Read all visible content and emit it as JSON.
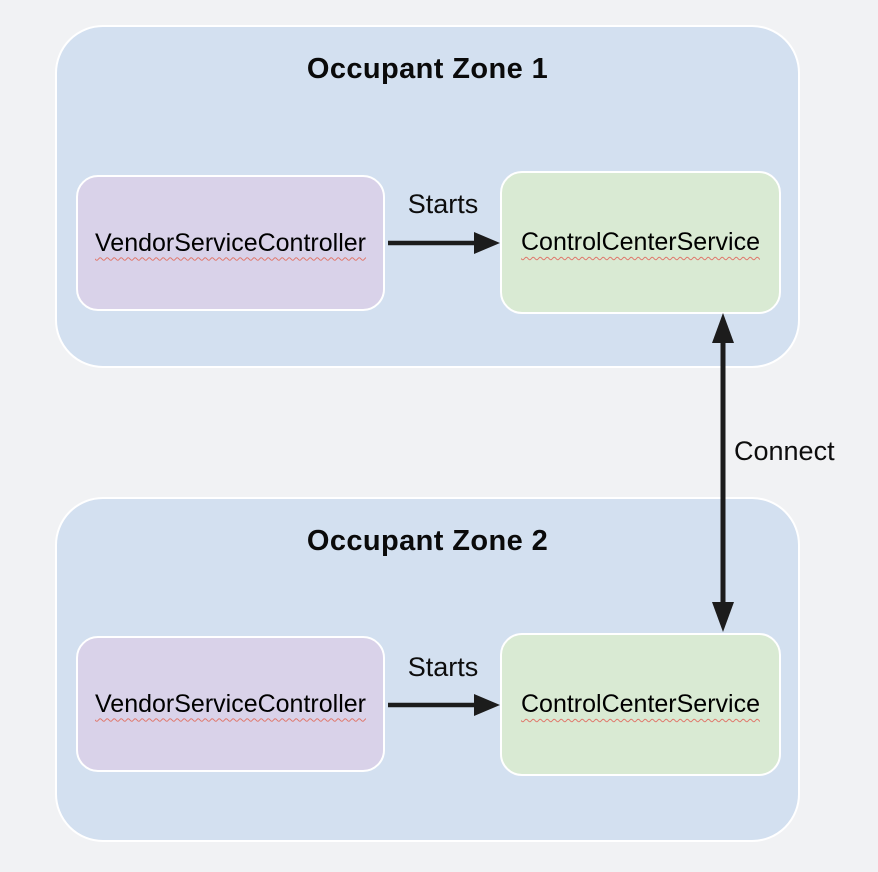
{
  "diagram": {
    "zones": [
      {
        "title": "Occupant Zone 1",
        "nodes": [
          {
            "label": "VendorServiceController"
          },
          {
            "label": "ControlCenterService"
          }
        ],
        "edge_label": "Starts"
      },
      {
        "title": "Occupant Zone 2",
        "nodes": [
          {
            "label": "VendorServiceController"
          },
          {
            "label": "ControlCenterService"
          }
        ],
        "edge_label": "Starts"
      }
    ],
    "connect_edge_label": "Connect",
    "colors": {
      "page_background": "#f1f2f4",
      "zone_fill": "#d3e0f0",
      "vendor_node_fill": "#d9d2e9",
      "control_node_fill": "#d9ead3",
      "node_border": "#ffffff",
      "arrow": "#1c1c1c",
      "text": "#000000",
      "spellcheck_underline": "#e0766a"
    }
  }
}
